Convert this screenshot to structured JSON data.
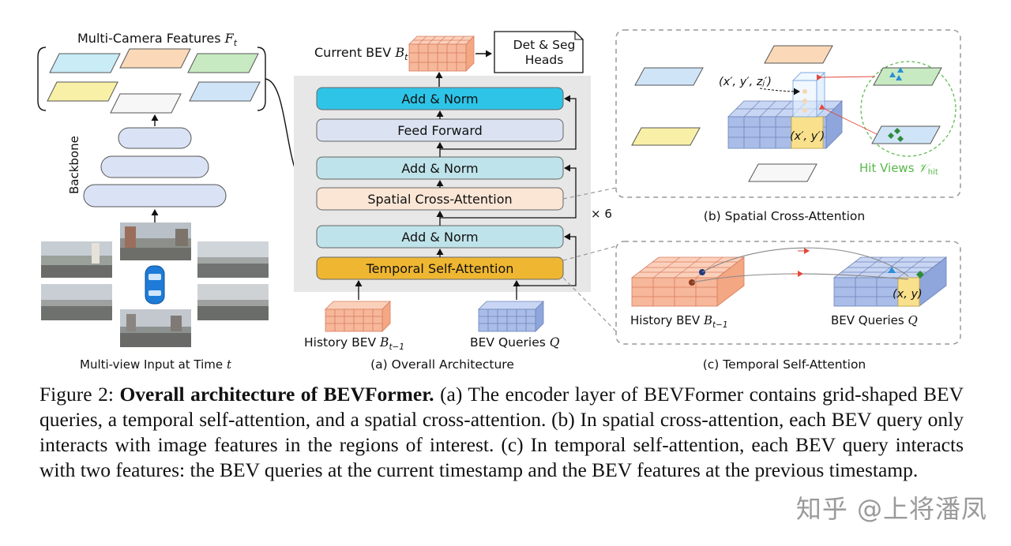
{
  "left_panel": {
    "features_label": "Multi-Camera Features",
    "features_symbol": "F",
    "features_sub": "t",
    "backbone_label": "Backbone",
    "input_label": "Multi-view Input at Time",
    "input_symbol": "t"
  },
  "center_panel": {
    "current_bev_label": "Current BEV",
    "current_bev_symbol": "B",
    "current_bev_sub": "t",
    "heads_line1": "Det & Seg",
    "heads_line2": "Heads",
    "blocks": {
      "add_norm_top": "Add & Norm",
      "feed_forward": "Feed Forward",
      "add_norm_mid": "Add & Norm",
      "spatial_cross_attention": "Spatial Cross-Attention",
      "add_norm_low": "Add & Norm",
      "temporal_self_attention": "Temporal Self-Attention"
    },
    "repeat": "× 6",
    "history_bev_label": "History BEV",
    "history_bev_symbol": "B",
    "history_bev_sub": "t−1",
    "bev_queries_label": "BEV Queries",
    "bev_queries_symbol": "Q",
    "subtitle": "(a) Overall Architecture"
  },
  "sca_panel": {
    "coord_3d": "(x′, y′, zⱼ′)",
    "coord_2d": "(x′, y′)",
    "hit_views_label": "Hit Views",
    "hit_views_symbol": "𝒱",
    "hit_views_sub": "hit",
    "subtitle": "(b) Spatial Cross-Attention"
  },
  "tsa_panel": {
    "history_label": "History BEV",
    "history_symbol": "B",
    "history_sub": "t−1",
    "queries_label": "BEV Queries",
    "queries_symbol": "Q",
    "coord": "(x, y)",
    "subtitle": "(c) Temporal Self-Attention"
  },
  "caption": {
    "prefix": "Figure 2: ",
    "bold": "Overall architecture of BEVFormer.",
    "text": " (a) The encoder layer of BEVFormer contains grid-shaped BEV queries, a temporal self-attention, and a spatial cross-attention. (b) In spatial cross-attention, each BEV query only interacts with image features in the regions of interest. (c) In temporal self-attention, each BEV query interacts with two features: the BEV queries at the current timestamp and the BEV features at the previous timestamp."
  },
  "watermark": "知乎 @上将潘凤",
  "colors": {
    "add_norm_top": "#2ec4e8",
    "add_norm": "#bfe3ea",
    "feed_forward": "#dbe3f2",
    "spatial_ca": "#fbe6d6",
    "temporal_sa": "#efb731",
    "bev_orange": "#f7b79a",
    "bev_blue": "#a9bde8",
    "hit_green": "#56b848"
  }
}
